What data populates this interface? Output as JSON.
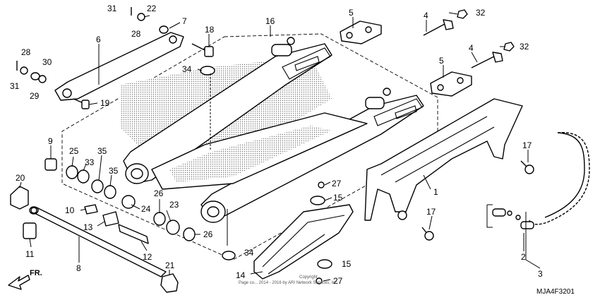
{
  "callouts": [
    {
      "id": "c1",
      "label": "1"
    },
    {
      "id": "c2",
      "label": "2"
    },
    {
      "id": "c3",
      "label": "3"
    },
    {
      "id": "c4a",
      "label": "4"
    },
    {
      "id": "c4b",
      "label": "4"
    },
    {
      "id": "c5a",
      "label": "5"
    },
    {
      "id": "c5b",
      "label": "5"
    },
    {
      "id": "c6",
      "label": "6"
    },
    {
      "id": "c7",
      "label": "7"
    },
    {
      "id": "c8",
      "label": "8"
    },
    {
      "id": "c9",
      "label": "9"
    },
    {
      "id": "c10",
      "label": "10"
    },
    {
      "id": "c11",
      "label": "11"
    },
    {
      "id": "c12",
      "label": "12"
    },
    {
      "id": "c13",
      "label": "13"
    },
    {
      "id": "c14",
      "label": "14"
    },
    {
      "id": "c15a",
      "label": "15"
    },
    {
      "id": "c15b",
      "label": "15"
    },
    {
      "id": "c16",
      "label": "16"
    },
    {
      "id": "c17a",
      "label": "17"
    },
    {
      "id": "c17b",
      "label": "17"
    },
    {
      "id": "c18",
      "label": "18"
    },
    {
      "id": "c19",
      "label": "19"
    },
    {
      "id": "c20",
      "label": "20"
    },
    {
      "id": "c21",
      "label": "21"
    },
    {
      "id": "c22",
      "label": "22"
    },
    {
      "id": "c23",
      "label": "23"
    },
    {
      "id": "c24",
      "label": "24"
    },
    {
      "id": "c25",
      "label": "25"
    },
    {
      "id": "c26a",
      "label": "26"
    },
    {
      "id": "c26b",
      "label": "26"
    },
    {
      "id": "c27a",
      "label": "27"
    },
    {
      "id": "c27b",
      "label": "27"
    },
    {
      "id": "c28a",
      "label": "28"
    },
    {
      "id": "c28b",
      "label": "28"
    },
    {
      "id": "c29",
      "label": "29"
    },
    {
      "id": "c30",
      "label": "30"
    },
    {
      "id": "c31a",
      "label": "31"
    },
    {
      "id": "c31b",
      "label": "31"
    },
    {
      "id": "c32a",
      "label": "32"
    },
    {
      "id": "c32b",
      "label": "32"
    },
    {
      "id": "c33",
      "label": "33"
    },
    {
      "id": "c34a",
      "label": "34"
    },
    {
      "id": "c34b",
      "label": "34"
    },
    {
      "id": "c35a",
      "label": "35"
    },
    {
      "id": "c35b",
      "label": "35"
    }
  ],
  "front_indicator": "FR.",
  "diagram_code": "MJA4F3201",
  "copyright": "Copyright",
  "copyright_line": "Page co... 2014 - 2016 by ARI Network Services, Inc."
}
